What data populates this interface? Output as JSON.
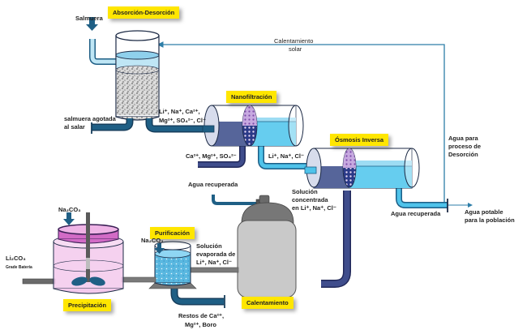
{
  "stages": {
    "absorcion": "Absorción-Desorción",
    "nanofiltracion": "Nanofiltración",
    "osmosis": "Ósmosis Inversa",
    "purificacion": "Purificación",
    "precipitacion": "Precipitación",
    "calentamiento": "Calentamiento"
  },
  "labels": {
    "salmuera": "Salmuera",
    "salmuera_agotada_1": "salmuera agotada",
    "salmuera_agotada_2": "al salar",
    "calentamiento_solar_1": "Calentamiento",
    "calentamiento_solar_2": "solar",
    "ions_feed_1": "Li⁺, Na⁺, Ca²⁺,",
    "ions_feed_2": "Mg²⁺, SO₄²⁻, Cl⁻",
    "ions_reject_nf": "Ca²⁺, Mg²⁺, SO₄²⁻",
    "ions_permeate_nf": "Li⁺, Na⁺, Cl⁻",
    "agua_desorcion_1": "Agua para",
    "agua_desorcion_2": "proceso de",
    "agua_desorcion_3": "Desorción",
    "agua_recuperada_ro": "Agua recuperada",
    "agua_potable_1": "Agua potable",
    "agua_potable_2": "para la población",
    "agua_recuperada_heat": "Agua recuperada",
    "sol_conc_1": "Solución",
    "sol_conc_2": "concentrada",
    "sol_conc_3": "en Li⁺, Na⁺, Cl⁻",
    "sol_evap_1": "Solución",
    "sol_evap_2": "evaporada de",
    "sol_evap_3": "Li⁺, Na⁺, Cl⁻",
    "na2co3_purif": "Na₂CO₃",
    "na2co3_precip": "Na₂CO₃",
    "restos_1": "Restos de Ca²⁺,",
    "restos_2": "Mg²⁺, Boro",
    "li2co3": "Li₂CO₃",
    "grade": "Grade Batería"
  },
  "colors": {
    "tag_yellow": "#ffe600",
    "pipe_dark_teal": "#1f5f85",
    "pipe_navy": "#3f4d8c",
    "pipe_light_blue": "#4fc3ea",
    "water_light": "#bfe6f5",
    "vessel_grey": "#b0b0b0",
    "precip_pink": "#f3c9ec",
    "lid_magenta": "#d26bc6",
    "line_teal": "#2d7ea8"
  }
}
